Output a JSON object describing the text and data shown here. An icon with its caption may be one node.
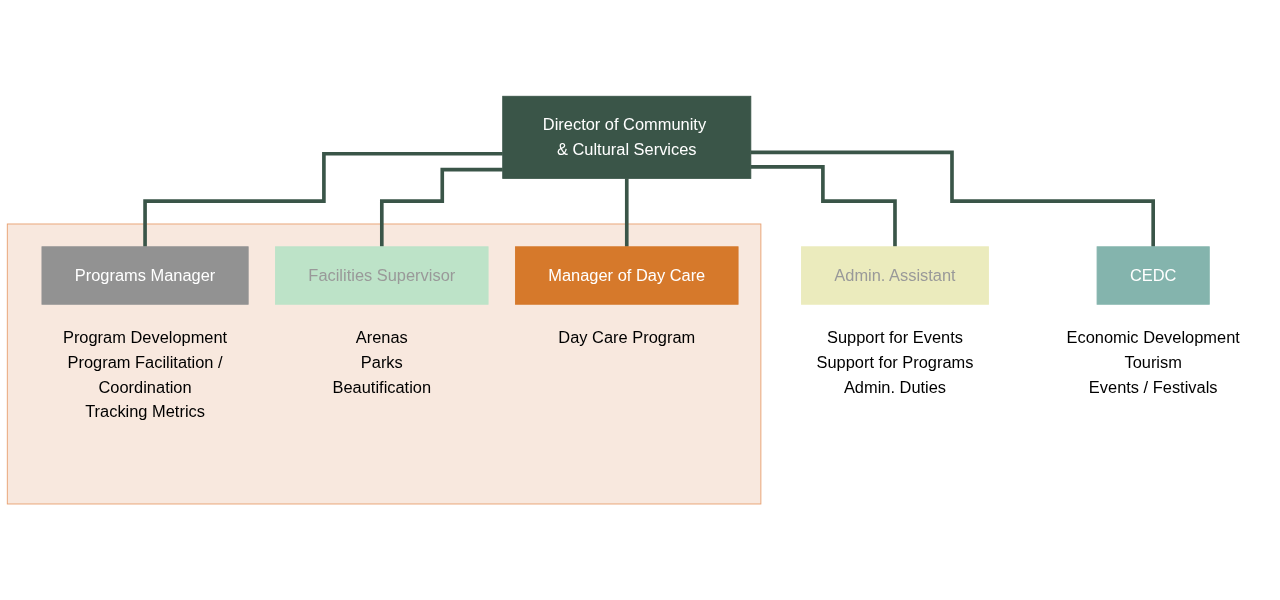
{
  "diagram": {
    "nodes": [
      {
        "text": [
          "Director of Community & Cultural Services"
        ]
      },
      {
        "text": [
          "Admin. Assistant"
        ],
        "beside": [
          "Support for Events",
          "Support for Programs",
          "Admin. Duties"
        ]
      },
      {
        "text": [
          "CEDC"
        ],
        "beside": [
          "Economic Development",
          "Tourism",
          "Events / Festivals"
        ]
      },
      {
        "text": [],
        "shape": "box"
      },
      {
        "text": [
          "Programs Manager"
        ],
        "in": 3,
        "beside": [
          "Program Development",
          "Program Facilitation /",
          "Coordination",
          "Tracking Metrics"
        ]
      },
      {
        "text": [
          "Facilities Supervisor"
        ],
        "in": 3,
        "beside": [
          "Arenas",
          "Parks",
          "Beautification"
        ]
      },
      {
        "text": [
          "Manager of Day Care"
        ],
        "in": 3,
        "beside": [
          "Day Care Program"
        ]
      }
    ],
    "edges": [
      {
        "from": 0,
        "to": 1,
        "arrow": "none"
      },
      {
        "from": 0,
        "to": 2,
        "arrow": "none"
      },
      {
        "from": 0,
        "to": 4,
        "arrow": "none"
      },
      {
        "from": 0,
        "to": 5,
        "arrow": "none"
      },
      {
        "from": 0,
        "to": 6,
        "arrow": "none"
      }
    ]
  }
}
